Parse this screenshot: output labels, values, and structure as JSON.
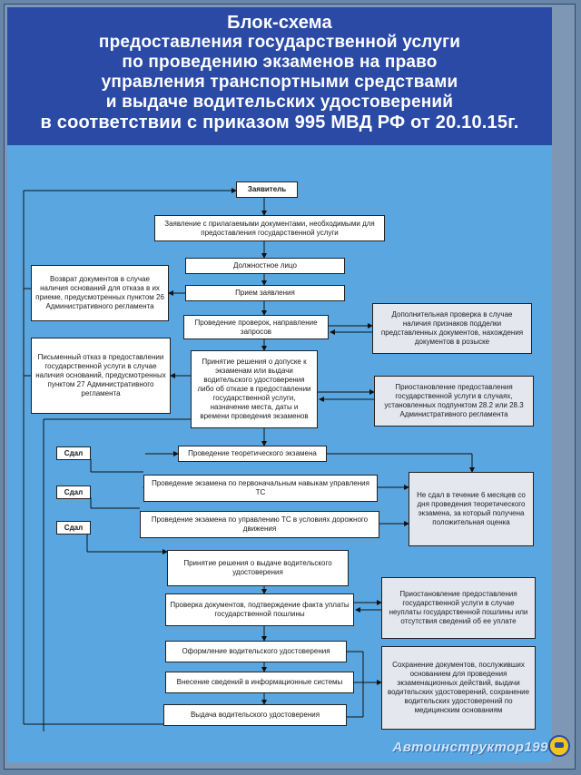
{
  "header": {
    "lines": [
      "Блок-схема",
      "предоставления государственной услуги",
      "по проведению экзаменов на право",
      "управления транспортными средствами",
      "и выдаче водительских удостоверений",
      "в соответствии с приказом 995 МВД РФ от 20.10.15г."
    ]
  },
  "flow": {
    "applicant": "Заявитель",
    "application": "Заявление с прилагаемыми документами, необходимыми для предоставления государственной услуги",
    "official": "Должностное лицо",
    "reception": "Прием заявления",
    "checks": "Проведение проверок, направление запросов",
    "decision": "Принятие решения о допуске к экзаменам или выдачи водительского удостоверения либо об отказе в предоставлении государственной услуги, назначение места, даты и времени проведения экзаменов",
    "theory_exam": "Проведение теоретического экзамена",
    "basic_skills_exam": "Проведение экзамена по первоначальным навыкам управления ТС",
    "road_exam": "Проведение экзамена по управлению ТС в условиях дорожного движения",
    "issue_decision": "Принятие решения о выдаче водительского удостоверения",
    "docs_check": "Проверка документов, подтверждение факта уплаты государственной пошлины",
    "license_prep": "Оформление водительского удостоверения",
    "info_system": "Внесение сведений в информационные системы",
    "issuance": "Выдача водительского удостоверения"
  },
  "side": {
    "return_docs": "Возврат документов в случае наличия оснований для отказа в их приеме, предусмотренных пунктом 26 Административного регламента",
    "written_refusal": "Письменный отказ в предоставлении государственной услуги в случае наличия оснований, предусмотренных пунктом 27 Административного регламента",
    "extra_check": "Дополнительная проверка в случае наличия признаков подделки представленных документов, нахождения документов в розыске",
    "suspension_1": "Приостановление предоставления государственной услуги в случаях, установленных подпунктом 28.2 или 28.3 Административного регламента",
    "not_passed": "Не сдал в течение 6 месяцев со дня проведения теоретического экзамена, за который получена положительная оценка",
    "suspension_2": "Приостановление предоставления государственной услуги в случае неуплаты государственной пошлины или отсутствия сведений об ее уплате",
    "docs_storage": "Сохранение документов, послуживших основанием для проведения экзаменационных действий, выдачи водительских удостоверений, сохранение водительских удостоверений по медицинским основаниям"
  },
  "tags": {
    "passed_1": "Сдал",
    "passed_2": "Сдал",
    "passed_3": "Сдал"
  },
  "watermark": "Автоинструктор199",
  "colors": {
    "header_bg": "#2b4aa6",
    "poster_bg": "#59a6e0",
    "box_bg": "#ffffff"
  }
}
